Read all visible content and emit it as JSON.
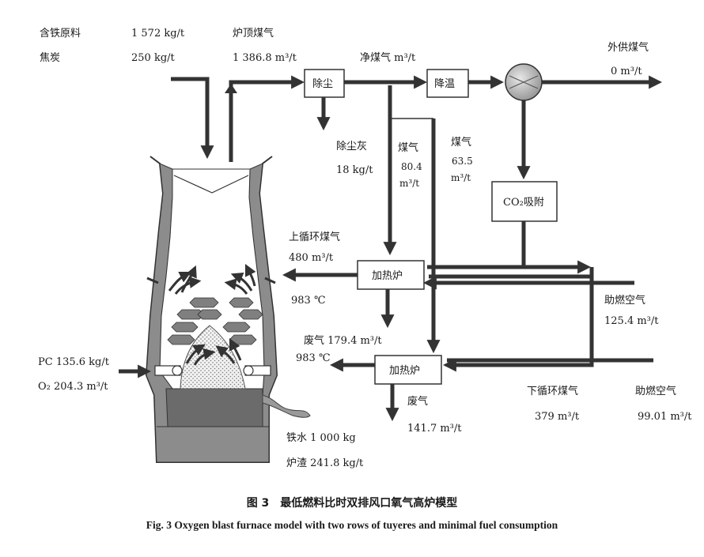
{
  "labels": {
    "iron_ore": "含铁原料",
    "iron_ore_value": "1 572 kg/t",
    "coke": "焦炭",
    "coke_value": "250  kg/t",
    "top_gas": "炉顶煤气",
    "top_gas_value": "1 386.8  m³/t",
    "dedust": "除尘",
    "dust_ash": "除尘灰",
    "dust_ash_value": "18 kg/t",
    "clean_gas": "净煤气 m³/t",
    "cooling": "降温",
    "export_gas": "外供煤气",
    "export_gas_value": "0 m³/t",
    "gas_a": "煤气",
    "gas_a_v1": "80.4",
    "gas_a_v2": "m³/t",
    "gas_b": "煤气",
    "gas_b_v1": "63.5",
    "gas_b_v2": "m³/t",
    "co2_adsorb": "CO₂吸附",
    "upper_recycle": "上循环煤气",
    "upper_recycle_value": "480 m³/t",
    "heater_upper": "加热炉",
    "temp_upper": "983 ℃",
    "combustion_air_upper": "助燃空气",
    "combustion_air_upper_value": "125.4 m³/t",
    "waste_gas_upper": "废气 179.4 m³/t",
    "temp_lower": "983 ℃",
    "heater_lower": "加热炉",
    "pc": "PC 135.6 kg/t",
    "o2": "O₂ 204.3 m³/t",
    "lower_recycle": "下循环煤气",
    "lower_recycle_value": "379 m³/t",
    "combustion_air_lower": "助燃空气",
    "combustion_air_lower_value": "99.01 m³/t",
    "waste_gas_lower": "废气",
    "waste_gas_lower_value": "141.7 m³/t",
    "hot_metal": "铁水 1 000 kg",
    "slag": "炉渣 241.8 kg/t"
  },
  "caption": {
    "cn": "图 3　最低燃料比时双排风口氧气高炉模型",
    "en": "Fig. 3   Oxygen blast furnace model with two rows of tuyeres and minimal fuel consumption"
  }
}
